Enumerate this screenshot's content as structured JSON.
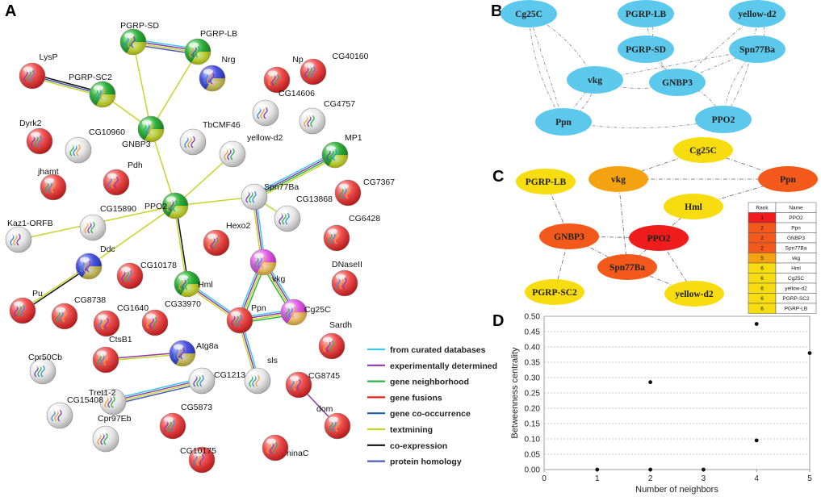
{
  "panels": {
    "a": "A",
    "b": "B",
    "c": "C",
    "d": "D"
  },
  "network_a": {
    "nodes": [
      {
        "id": "pgrp_sd",
        "label": "PGRP-SD",
        "color": "green"
      },
      {
        "id": "pgrp_lb",
        "label": "PGRP-LB",
        "color": "green"
      },
      {
        "id": "lysp",
        "label": "LysP",
        "color": "red"
      },
      {
        "id": "pgrp_sc2",
        "label": "PGRP-SC2",
        "color": "green"
      },
      {
        "id": "nrg",
        "label": "Nrg",
        "color": "blue"
      },
      {
        "id": "np",
        "label": "Np",
        "color": "red"
      },
      {
        "id": "cg40160",
        "label": "CG40160",
        "color": "red"
      },
      {
        "id": "gnbp3",
        "label": "GNBP3",
        "color": "green"
      },
      {
        "id": "cg14606",
        "label": "CG14606",
        "color": "grey"
      },
      {
        "id": "cg4757",
        "label": "CG4757",
        "color": "grey"
      },
      {
        "id": "dyrk2",
        "label": "Dyrk2",
        "color": "red"
      },
      {
        "id": "cg10960",
        "label": "CG10960",
        "color": "grey"
      },
      {
        "id": "tbcmf46",
        "label": "TbCMF46",
        "color": "grey"
      },
      {
        "id": "yellow_d2",
        "label": "yellow-d2",
        "color": "grey"
      },
      {
        "id": "mp1",
        "label": "MP1",
        "color": "green"
      },
      {
        "id": "jhamt",
        "label": "jhamt",
        "color": "red"
      },
      {
        "id": "pdh",
        "label": "Pdh",
        "color": "red"
      },
      {
        "id": "ppo2",
        "label": "PPO2",
        "color": "green"
      },
      {
        "id": "spn77ba",
        "label": "Spn77Ba",
        "color": "grey"
      },
      {
        "id": "cg7367",
        "label": "CG7367",
        "color": "red"
      },
      {
        "id": "kaz1_orfb",
        "label": "Kaz1-ORFB",
        "color": "grey"
      },
      {
        "id": "cg15890",
        "label": "CG15890",
        "color": "grey"
      },
      {
        "id": "cg13868",
        "label": "CG13868",
        "color": "grey"
      },
      {
        "id": "cg6428",
        "label": "CG6428",
        "color": "red"
      },
      {
        "id": "ddc",
        "label": "Ddc",
        "color": "blue"
      },
      {
        "id": "hexo2",
        "label": "Hexo2",
        "color": "red"
      },
      {
        "id": "cg10178",
        "label": "CG10178",
        "color": "red"
      },
      {
        "id": "vkg",
        "label": "vkg",
        "color": "magenta"
      },
      {
        "id": "dnaseii",
        "label": "DNaseII",
        "color": "red"
      },
      {
        "id": "hml",
        "label": "Hml",
        "color": "green"
      },
      {
        "id": "pu",
        "label": "Pu",
        "color": "red"
      },
      {
        "id": "cg8738",
        "label": "CG8738",
        "color": "red"
      },
      {
        "id": "cg1640",
        "label": "CG1640",
        "color": "red"
      },
      {
        "id": "cg33970",
        "label": "CG33970",
        "color": "red"
      },
      {
        "id": "ppn",
        "label": "Ppn",
        "color": "red"
      },
      {
        "id": "cg25c",
        "label": "Cg25C",
        "color": "magenta"
      },
      {
        "id": "atg8a",
        "label": "Atg8a",
        "color": "blue"
      },
      {
        "id": "sardh",
        "label": "Sardh",
        "color": "red"
      },
      {
        "id": "cpr50cb",
        "label": "Cpr50Cb",
        "color": "grey"
      },
      {
        "id": "ctsb1",
        "label": "CtsB1",
        "color": "red"
      },
      {
        "id": "cg8745",
        "label": "CG8745",
        "color": "red"
      },
      {
        "id": "tret1_2",
        "label": "Tret1-2",
        "color": "grey"
      },
      {
        "id": "cg1213",
        "label": "CG1213",
        "color": "grey"
      },
      {
        "id": "sls",
        "label": "sls",
        "color": "grey"
      },
      {
        "id": "cg15408",
        "label": "CG15408",
        "color": "grey"
      },
      {
        "id": "cpr97eb",
        "label": "Cpr97Eb",
        "color": "grey"
      },
      {
        "id": "cg5873",
        "label": "CG5873",
        "color": "red"
      },
      {
        "id": "dom",
        "label": "dom",
        "color": "red"
      },
      {
        "id": "cg10175",
        "label": "CG10175",
        "color": "red"
      },
      {
        "id": "ninac",
        "label": "ninaC",
        "color": "red"
      }
    ],
    "edges": [
      {
        "source": "pgrp_sd",
        "target": "pgrp_lb",
        "types": [
          "curated",
          "experimental",
          "textmining",
          "homology"
        ]
      },
      {
        "source": "pgrp_sd",
        "target": "gnbp3",
        "types": [
          "textmining"
        ]
      },
      {
        "source": "pgrp_lb",
        "target": "gnbp3",
        "types": [
          "textmining"
        ]
      },
      {
        "source": "lysp",
        "target": "pgrp_sc2",
        "types": [
          "coexpression",
          "homology",
          "textmining"
        ]
      },
      {
        "source": "pgrp_sc2",
        "target": "gnbp3",
        "types": [
          "textmining"
        ]
      },
      {
        "source": "gnbp3",
        "target": "ppo2",
        "types": [
          "textmining"
        ]
      },
      {
        "source": "yellow_d2",
        "target": "ppo2",
        "types": [
          "textmining"
        ]
      },
      {
        "source": "ppo2",
        "target": "spn77ba",
        "types": [
          "textmining"
        ]
      },
      {
        "source": "spn77ba",
        "target": "mp1",
        "types": [
          "curated",
          "experimental",
          "neighborhood",
          "textmining"
        ]
      },
      {
        "source": "spn77ba",
        "target": "cg13868",
        "types": [
          "textmining"
        ]
      },
      {
        "source": "spn77ba",
        "target": "vkg",
        "types": [
          "curated",
          "experimental",
          "textmining"
        ]
      },
      {
        "source": "ppo2",
        "target": "ddc",
        "types": [
          "textmining"
        ]
      },
      {
        "source": "ppo2",
        "target": "kaz1_orfb",
        "types": [
          "textmining"
        ]
      },
      {
        "source": "ppo2",
        "target": "hml",
        "types": [
          "coexpression",
          "textmining"
        ]
      },
      {
        "source": "ddc",
        "target": "pu",
        "types": [
          "coexpression",
          "textmining"
        ]
      },
      {
        "source": "hml",
        "target": "ppn",
        "types": [
          "curated",
          "experimental",
          "textmining"
        ]
      },
      {
        "source": "ppn",
        "target": "vkg",
        "types": [
          "curated",
          "experimental",
          "textmining",
          "neighborhood"
        ]
      },
      {
        "source": "ppn",
        "target": "cg25c",
        "types": [
          "curated",
          "experimental",
          "textmining",
          "neighborhood"
        ]
      },
      {
        "source": "vkg",
        "target": "cg25c",
        "types": [
          "curated",
          "experimental",
          "textmining",
          "neighborhood"
        ]
      },
      {
        "source": "ppn",
        "target": "sls",
        "types": [
          "curated",
          "experimental",
          "textmining"
        ]
      },
      {
        "source": "ctsb1",
        "target": "atg8a",
        "types": [
          "experimental",
          "textmining"
        ]
      },
      {
        "source": "tret1_2",
        "target": "cg1213",
        "types": [
          "curated",
          "experimental",
          "textmining",
          "homology"
        ]
      },
      {
        "source": "cg8745",
        "target": "dom",
        "types": [
          "experimental"
        ]
      }
    ]
  },
  "legend": [
    {
      "label": "from curated databases",
      "color": "#3ec6e8"
    },
    {
      "label": "experimentally determined",
      "color": "#8c3aa8"
    },
    {
      "label": "gene neighborhood",
      "color": "#2bb34a"
    },
    {
      "label": "gene fusions",
      "color": "#e2231a"
    },
    {
      "label": "gene co-occurrence",
      "color": "#1f5fa8"
    },
    {
      "label": "textmining",
      "color": "#c8d42a"
    },
    {
      "label": "co-expression",
      "color": "#111111"
    },
    {
      "label": "protein homology",
      "color": "#4a5cb8"
    }
  ],
  "network_b": {
    "color": "#5bc8ec",
    "nodes": [
      {
        "id": "cg25c",
        "label": "Cg25C"
      },
      {
        "id": "pgrp_lb",
        "label": "PGRP-LB"
      },
      {
        "id": "yellow_d2",
        "label": "yellow-d2"
      },
      {
        "id": "pgrp_sd",
        "label": "PGRP-SD"
      },
      {
        "id": "spn77ba",
        "label": "Spn77Ba"
      },
      {
        "id": "vkg",
        "label": "vkg"
      },
      {
        "id": "gnbp3",
        "label": "GNBP3"
      },
      {
        "id": "ppn",
        "label": "Ppn"
      },
      {
        "id": "ppo2",
        "label": "PPO2"
      }
    ],
    "edges": [
      [
        "cg25c",
        "vkg"
      ],
      [
        "cg25c",
        "ppn"
      ],
      [
        "cg25c",
        "ppn"
      ],
      [
        "vkg",
        "ppn"
      ],
      [
        "vkg",
        "ppn"
      ],
      [
        "vkg",
        "gnbp3"
      ],
      [
        "pgrp_lb",
        "pgrp_sd"
      ],
      [
        "pgrp_sd",
        "gnbp3"
      ],
      [
        "pgrp_lb",
        "gnbp3"
      ],
      [
        "yellow_d2",
        "spn77ba"
      ],
      [
        "spn77ba",
        "gnbp3"
      ],
      [
        "spn77ba",
        "ppo2"
      ],
      [
        "yellow_d2",
        "ppo2"
      ],
      [
        "spn77ba",
        "vkg"
      ],
      [
        "ppn",
        "ppo2"
      ],
      [
        "gnbp3",
        "ppo2"
      ],
      [
        "yellow_d2",
        "gnbp3"
      ]
    ]
  },
  "network_c": {
    "nodes": [
      {
        "id": "cg25c",
        "label": "Cg25C",
        "rank": 6
      },
      {
        "id": "pgrp_lb",
        "label": "PGRP-LB",
        "rank": 6
      },
      {
        "id": "vkg",
        "label": "vkg",
        "rank": 5
      },
      {
        "id": "ppn",
        "label": "Ppn",
        "rank": 2
      },
      {
        "id": "hml",
        "label": "Hml",
        "rank": 6
      },
      {
        "id": "gnbp3",
        "label": "GNBP3",
        "rank": 2
      },
      {
        "id": "ppo2",
        "label": "PPO2",
        "rank": 1
      },
      {
        "id": "spn77ba",
        "label": "Spn77Ba",
        "rank": 2
      },
      {
        "id": "pgrp_sc2",
        "label": "PGRP-SC2",
        "rank": 6
      },
      {
        "id": "yellow_d2",
        "label": "yellow-d2",
        "rank": 6
      }
    ],
    "edges": [
      [
        "vkg",
        "cg25c"
      ],
      [
        "cg25c",
        "ppn"
      ],
      [
        "vkg",
        "ppn"
      ],
      [
        "vkg",
        "spn77ba"
      ],
      [
        "pgrp_lb",
        "gnbp3"
      ],
      [
        "gnbp3",
        "ppo2"
      ],
      [
        "gnbp3",
        "spn77ba"
      ],
      [
        "gnbp3",
        "pgrp_sc2"
      ],
      [
        "ppn",
        "hml"
      ],
      [
        "hml",
        "ppo2"
      ],
      [
        "ppo2",
        "spn77ba"
      ],
      [
        "spn77ba",
        "yellow_d2"
      ],
      [
        "ppo2",
        "yellow_d2"
      ]
    ],
    "rank_colors": {
      "1": "#ee1c1c",
      "2": "#f2591a",
      "5": "#f4a20f",
      "6": "#f7dc0f"
    },
    "table": {
      "headers": [
        "Rank",
        "Name"
      ],
      "rows": [
        [
          "1",
          "PPO2"
        ],
        [
          "2",
          "Ppn"
        ],
        [
          "2",
          "GNBP3"
        ],
        [
          "2",
          "Spn77Ba"
        ],
        [
          "5",
          "vkg"
        ],
        [
          "6",
          "Hml"
        ],
        [
          "6",
          "Cg25C"
        ],
        [
          "6",
          "yellow-d2"
        ],
        [
          "6",
          "PGRP-SC2"
        ],
        [
          "6",
          "PGRP-LB"
        ]
      ]
    }
  },
  "chart_data": {
    "type": "scatter",
    "xlabel": "Number of neighbors",
    "ylabel": "Betweenness centrality",
    "xlim": [
      0,
      5
    ],
    "ylim": [
      0,
      0.5
    ],
    "xticks": [
      "0",
      "1",
      "2",
      "3",
      "4",
      "5"
    ],
    "yticks": [
      "0.00",
      "0.05",
      "0.10",
      "0.15",
      "0.20",
      "0.25",
      "0.30",
      "0.35",
      "0.40",
      "0.45",
      "0.50"
    ],
    "grid": "horizontal",
    "points": [
      {
        "x": 1,
        "y": 0.0
      },
      {
        "x": 2,
        "y": 0.0
      },
      {
        "x": 3,
        "y": 0.0
      },
      {
        "x": 2,
        "y": 0.285
      },
      {
        "x": 4,
        "y": 0.475
      },
      {
        "x": 4,
        "y": 0.095
      },
      {
        "x": 5,
        "y": 0.38
      }
    ]
  }
}
